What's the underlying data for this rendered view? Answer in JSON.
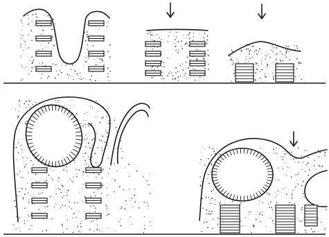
{
  "figure": {
    "panels": [
      {
        "id": "top",
        "features": [
          "u-shaped-trench",
          "flat-surface-arrow",
          "mound-arrow"
        ]
      },
      {
        "id": "bottom",
        "features": [
          "overhanging-cavities",
          "sealed-cavity-arrow"
        ]
      }
    ],
    "arrow_glyph": "down-arrow",
    "ink_color": "#1a1a1a",
    "background_color": "#ffffff"
  }
}
